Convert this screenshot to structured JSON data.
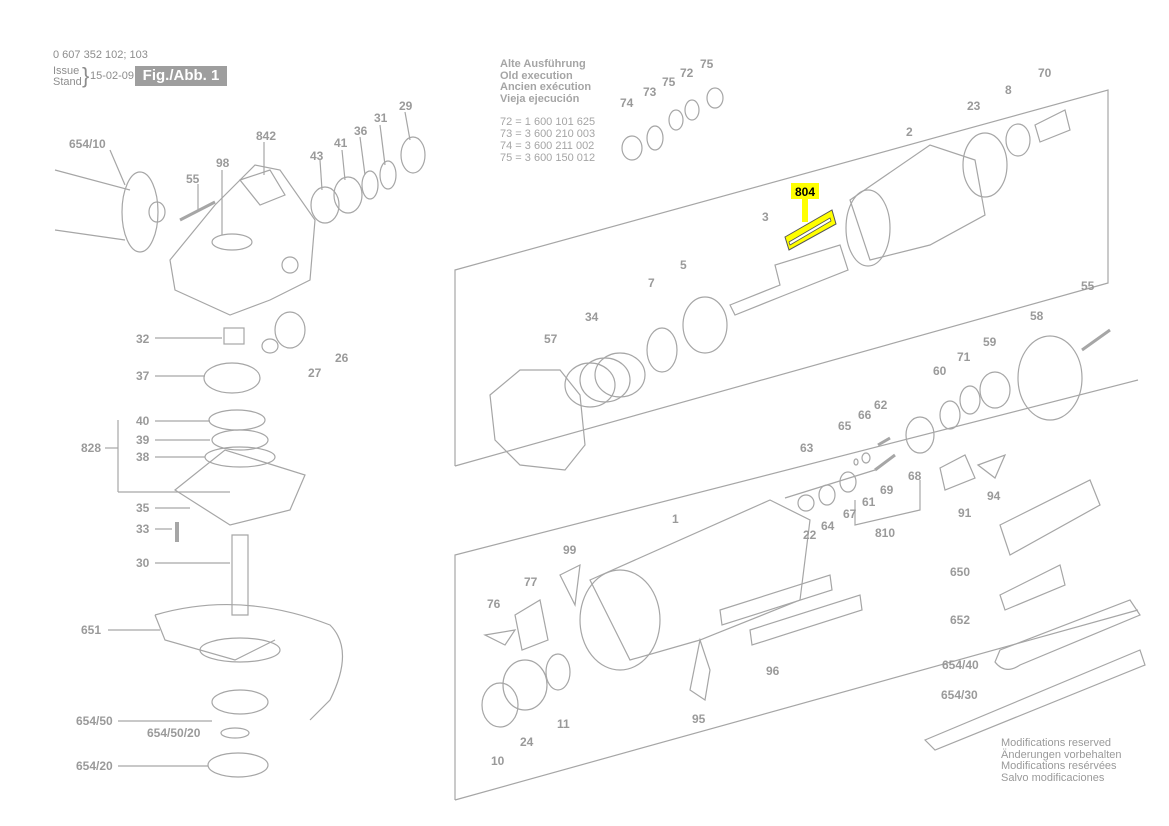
{
  "header": {
    "part_numbers": "0 607 352 102; 103",
    "issue_label": "Issue",
    "stand_label": "Stand",
    "date": "15-02-09",
    "figure": "Fig./Abb. 1"
  },
  "old_execution": {
    "lines": [
      "Alte Ausführung",
      "Old execution",
      "Ancien exécution",
      "Vieja ejecución"
    ],
    "parts": [
      "72 = 1 600 101 625",
      "73 = 3 600 210 003",
      "74 = 3 600 211 002",
      "75 = 3 600 150 012"
    ]
  },
  "modifications": [
    "Modifications reserved",
    "Änderungen vorbehalten",
    "Modifications resérvées",
    "Salvo modificaciones"
  ],
  "labels": {
    "l654_10": "654/10",
    "l98": "98",
    "l842": "842",
    "l55a": "55",
    "l43": "43",
    "l41": "41",
    "l36": "36",
    "l31": "31",
    "l29": "29",
    "l32": "32",
    "l26": "26",
    "l27": "27",
    "l37": "37",
    "l40": "40",
    "l39": "39",
    "l38": "38",
    "l828": "828",
    "l35": "35",
    "l33": "33",
    "l30": "30",
    "l651": "651",
    "l654_50": "654/50",
    "l654_50_20": "654/50/20",
    "l654_20": "654/20",
    "l74": "74",
    "l73": "73",
    "l75a": "75",
    "l72": "72",
    "l75b": "75",
    "l70": "70",
    "l8": "8",
    "l23": "23",
    "l2": "2",
    "l804": "804",
    "l3": "3",
    "l7": "7",
    "l5": "5",
    "l34": "34",
    "l57": "57",
    "l55b": "55",
    "l58": "58",
    "l59": "59",
    "l71": "71",
    "l60": "60",
    "l62": "62",
    "l65": "65",
    "l66": "66",
    "l63": "63",
    "l68": "68",
    "l69": "69",
    "l61": "61",
    "l67": "67",
    "l64": "64",
    "l22": "22",
    "l810": "810",
    "l91": "91",
    "l94": "94",
    "l1": "1",
    "l99": "99",
    "l77": "77",
    "l76": "76",
    "l650": "650",
    "l652": "652",
    "l654_40": "654/40",
    "l654_30": "654/30",
    "l96": "96",
    "l95": "95",
    "l11": "11",
    "l24": "24",
    "l10": "10"
  }
}
